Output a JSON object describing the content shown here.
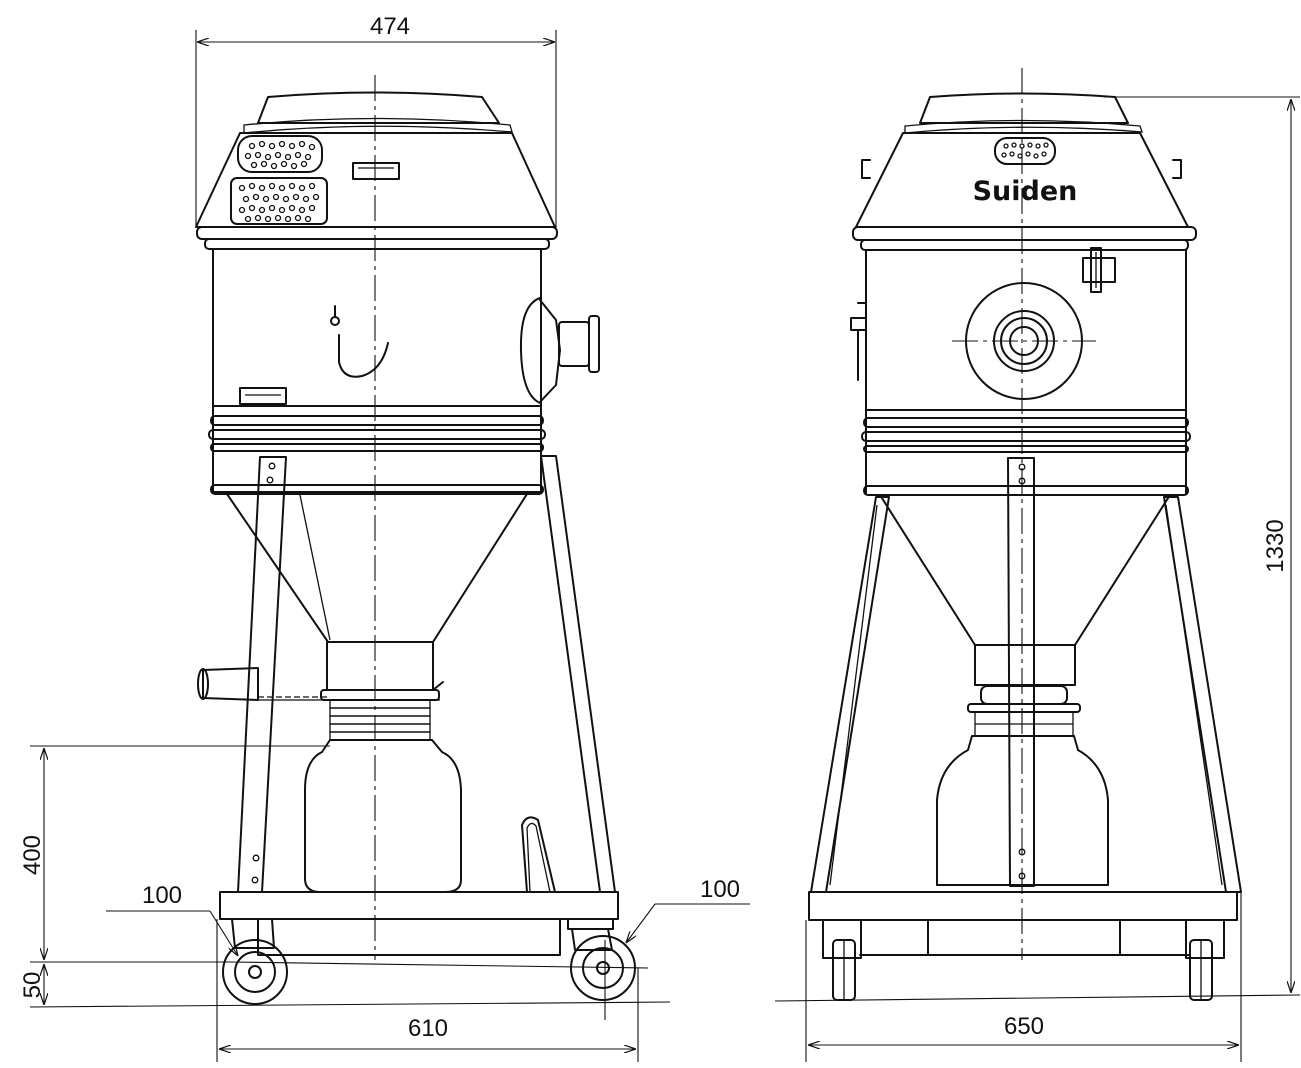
{
  "dimensions": {
    "side_top_width": "474",
    "side_base_width": "610",
    "side_height_400": "400",
    "side_height_50": "50",
    "side_wheel_left": "100",
    "side_wheel_right": "100",
    "front_base_width": "650",
    "front_total_height": "1330"
  },
  "brand_label": "Suiden",
  "colors": {
    "line": "#111111",
    "background": "#ffffff"
  }
}
